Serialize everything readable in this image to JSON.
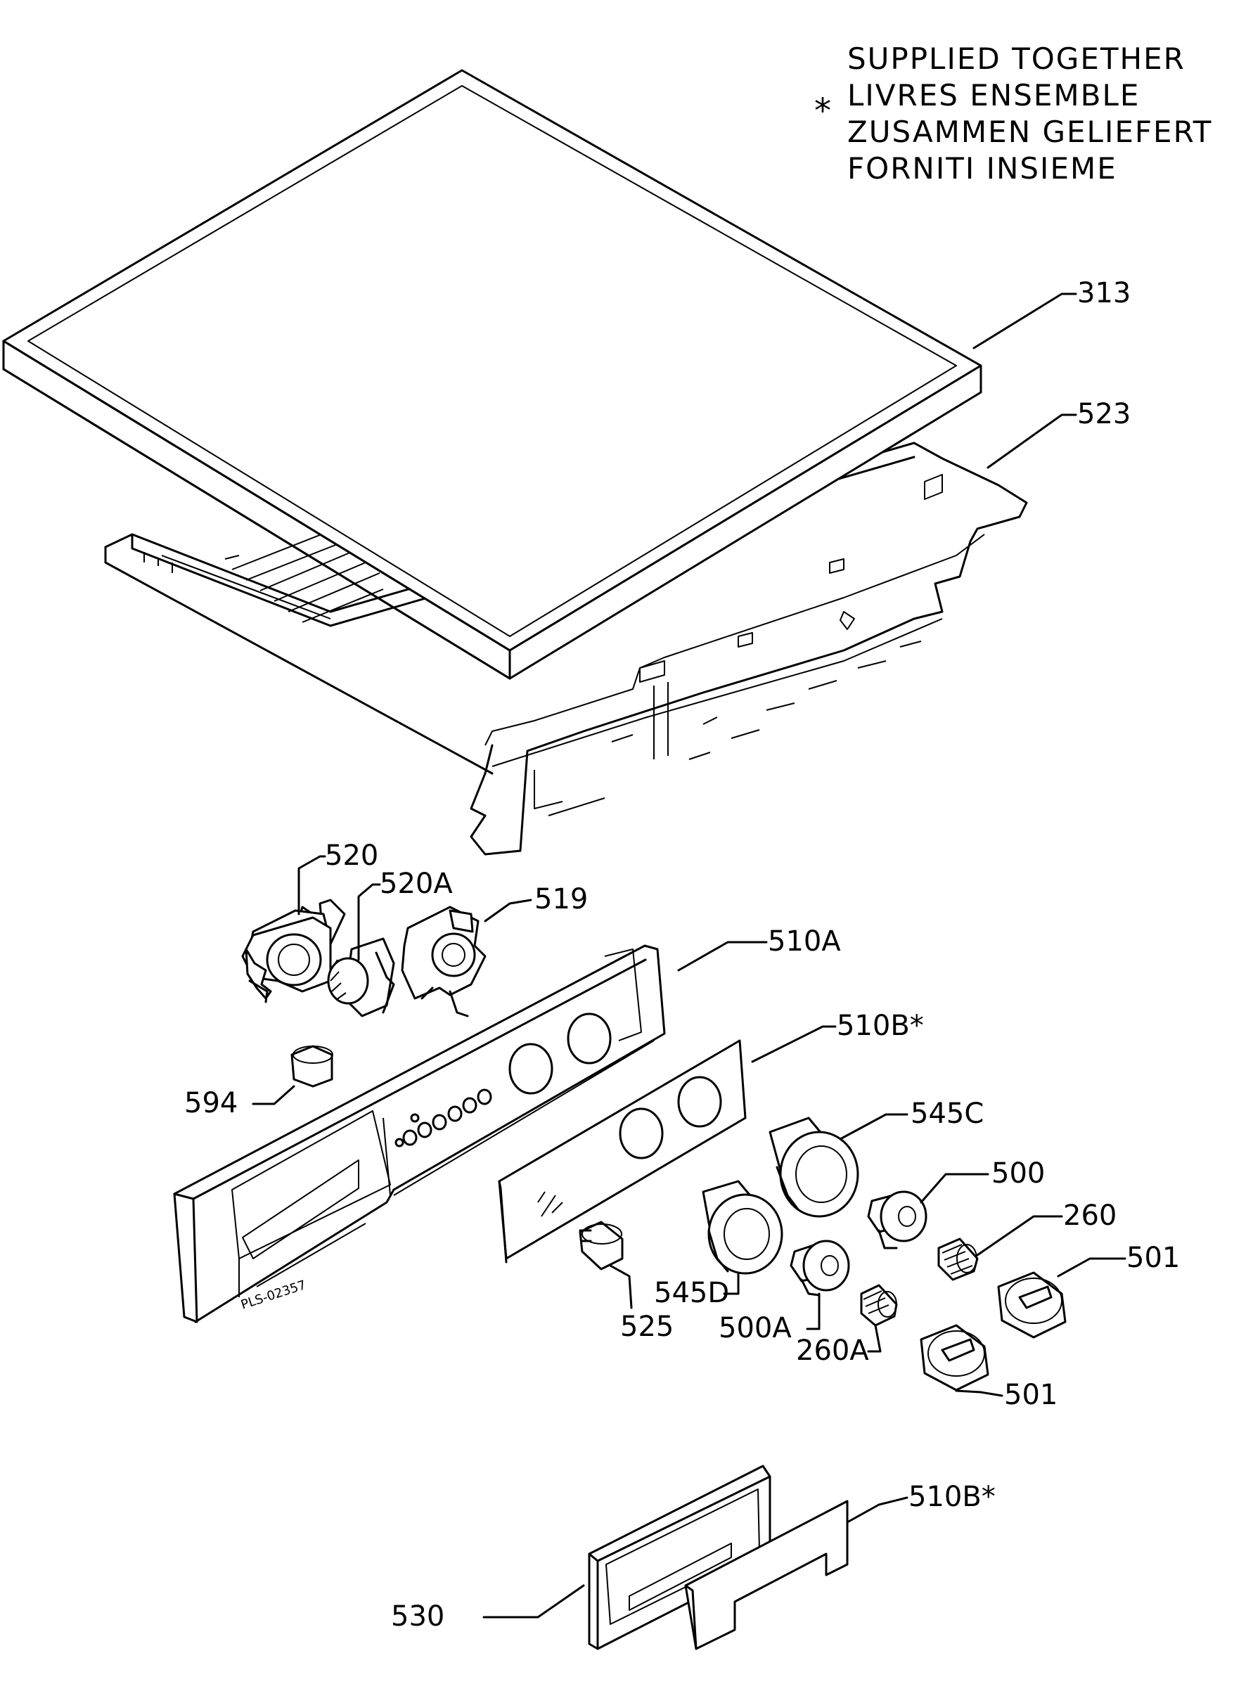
{
  "note": {
    "lines": [
      "SUPPLIED TOGETHER",
      "LIVRES ENSEMBLE",
      "ZUSAMMEN GELIEFERT",
      "FORNITI INSIEME"
    ],
    "symbol": "*"
  },
  "stamp": "PLS-02357",
  "labels": {
    "p313": "313",
    "p523": "523",
    "p520": "520",
    "p520a": "520A",
    "p519": "519",
    "p510a": "510A",
    "p510b_top": "510B*",
    "p594": "594",
    "p545c": "545C",
    "p500": "500",
    "p260": "260",
    "p501_right": "501",
    "p545d": "545D",
    "p525": "525",
    "p500a": "500A",
    "p260a": "260A",
    "p501_bottom": "501",
    "p510b_bottom": "510B*",
    "p530": "530"
  }
}
